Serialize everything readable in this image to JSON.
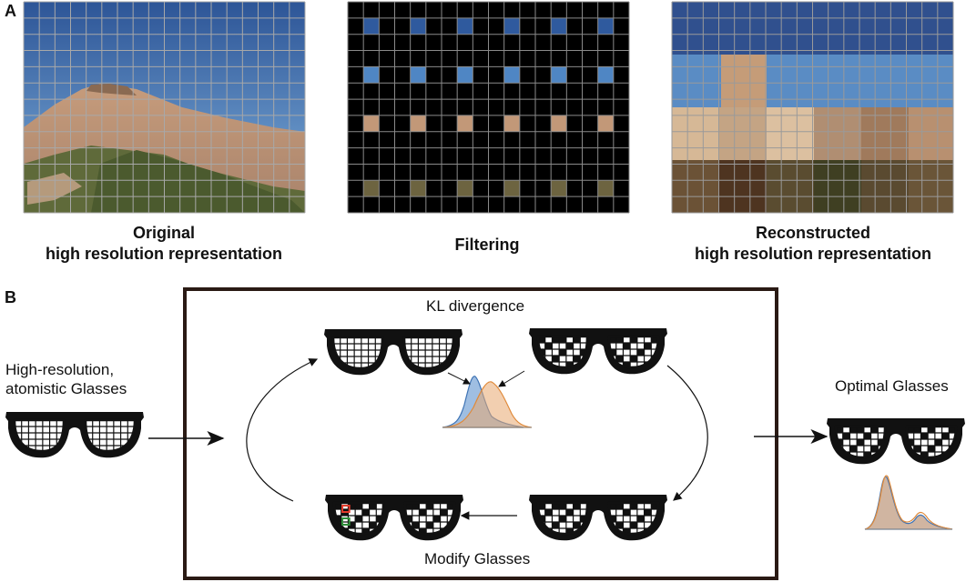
{
  "panel_a": {
    "letter": "A",
    "captions": {
      "original_line1": "Original",
      "original_line2": "high resolution representation",
      "filtering": "Filtering",
      "reconstructed_line1": "Reconstructed",
      "reconstructed_line2": "high resolution representation"
    }
  },
  "panel_b": {
    "letter": "B",
    "input_label_line1": "High-resolution,",
    "input_label_line2": "atomistic Glasses",
    "kl_label": "KL divergence",
    "modify_label": "Modify Glasses",
    "optimal_label": "Optimal Glasses"
  },
  "colors": {
    "sky": "#3f6aa6",
    "grid_line": "#9a9a9a",
    "frame": "#2a1a14",
    "dist_blue": "#7fa8d8",
    "dist_orange": "#e89a50",
    "highlight_red": "#e23b2b",
    "highlight_green": "#2f8f3a"
  }
}
